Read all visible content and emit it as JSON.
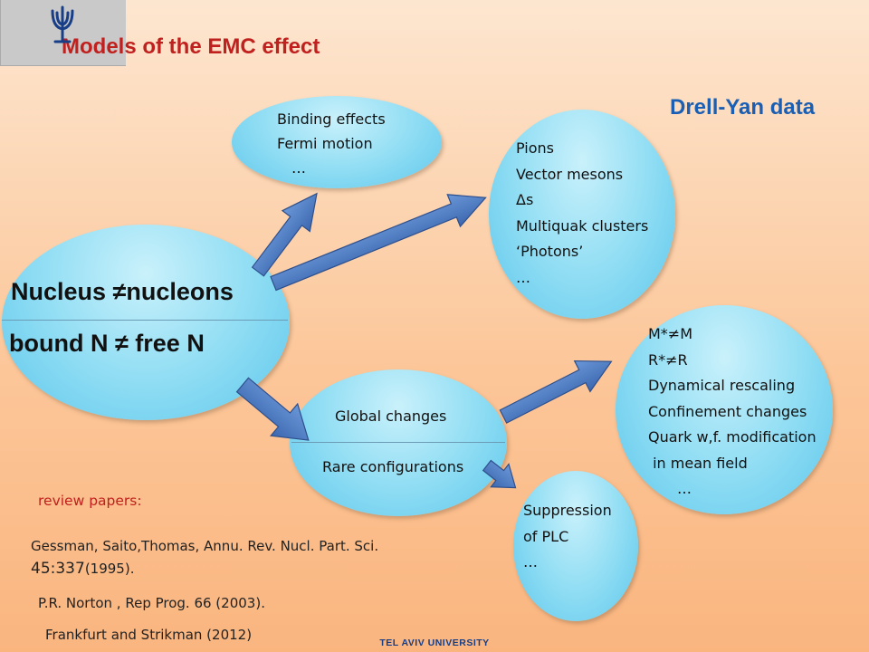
{
  "title": "Models of the EMC effect",
  "drell_yan": "Drell-Yan  data",
  "logo": {
    "text": "TEL AVIV UNIVERSITY"
  },
  "center": {
    "line1": "Nucleus ≠nucleons",
    "line2": "bound  N ≠ free N"
  },
  "binding": [
    "Binding effects",
    "Fermi motion",
    "…"
  ],
  "pions": [
    "Pions",
    "Vector mesons",
    "Δs",
    "Multiquak clusters",
    "‘Photons’",
    "…"
  ],
  "global": {
    "top": "Global changes",
    "bottom": "Rare configurations"
  },
  "mstar": [
    "M*≠M",
    "R*≠R",
    "Dynamical rescaling",
    "Confinement changes",
    "Quark  w,f.  modification",
    " in mean field",
    "…"
  ],
  "suppression": [
    "Suppression",
    "of PLC",
    "…"
  ],
  "review": {
    "label": "review papers:",
    "refs": [
      {
        "main": "Gessman, Saito,Thomas, Annu. Rev. Nucl. Part. Sci.",
        "vol": "45:337",
        "year": "(1995)."
      },
      {
        "main": "P.R. Norton , Rep Prog. 66 (2003)."
      },
      {
        "main": "Frankfurt and Strikman  (2012)"
      }
    ]
  },
  "colors": {
    "title": "#c0201e",
    "accent": "#1a5fb4",
    "arrow": "#4f7fc5",
    "bubble": "#8ddcf3"
  }
}
